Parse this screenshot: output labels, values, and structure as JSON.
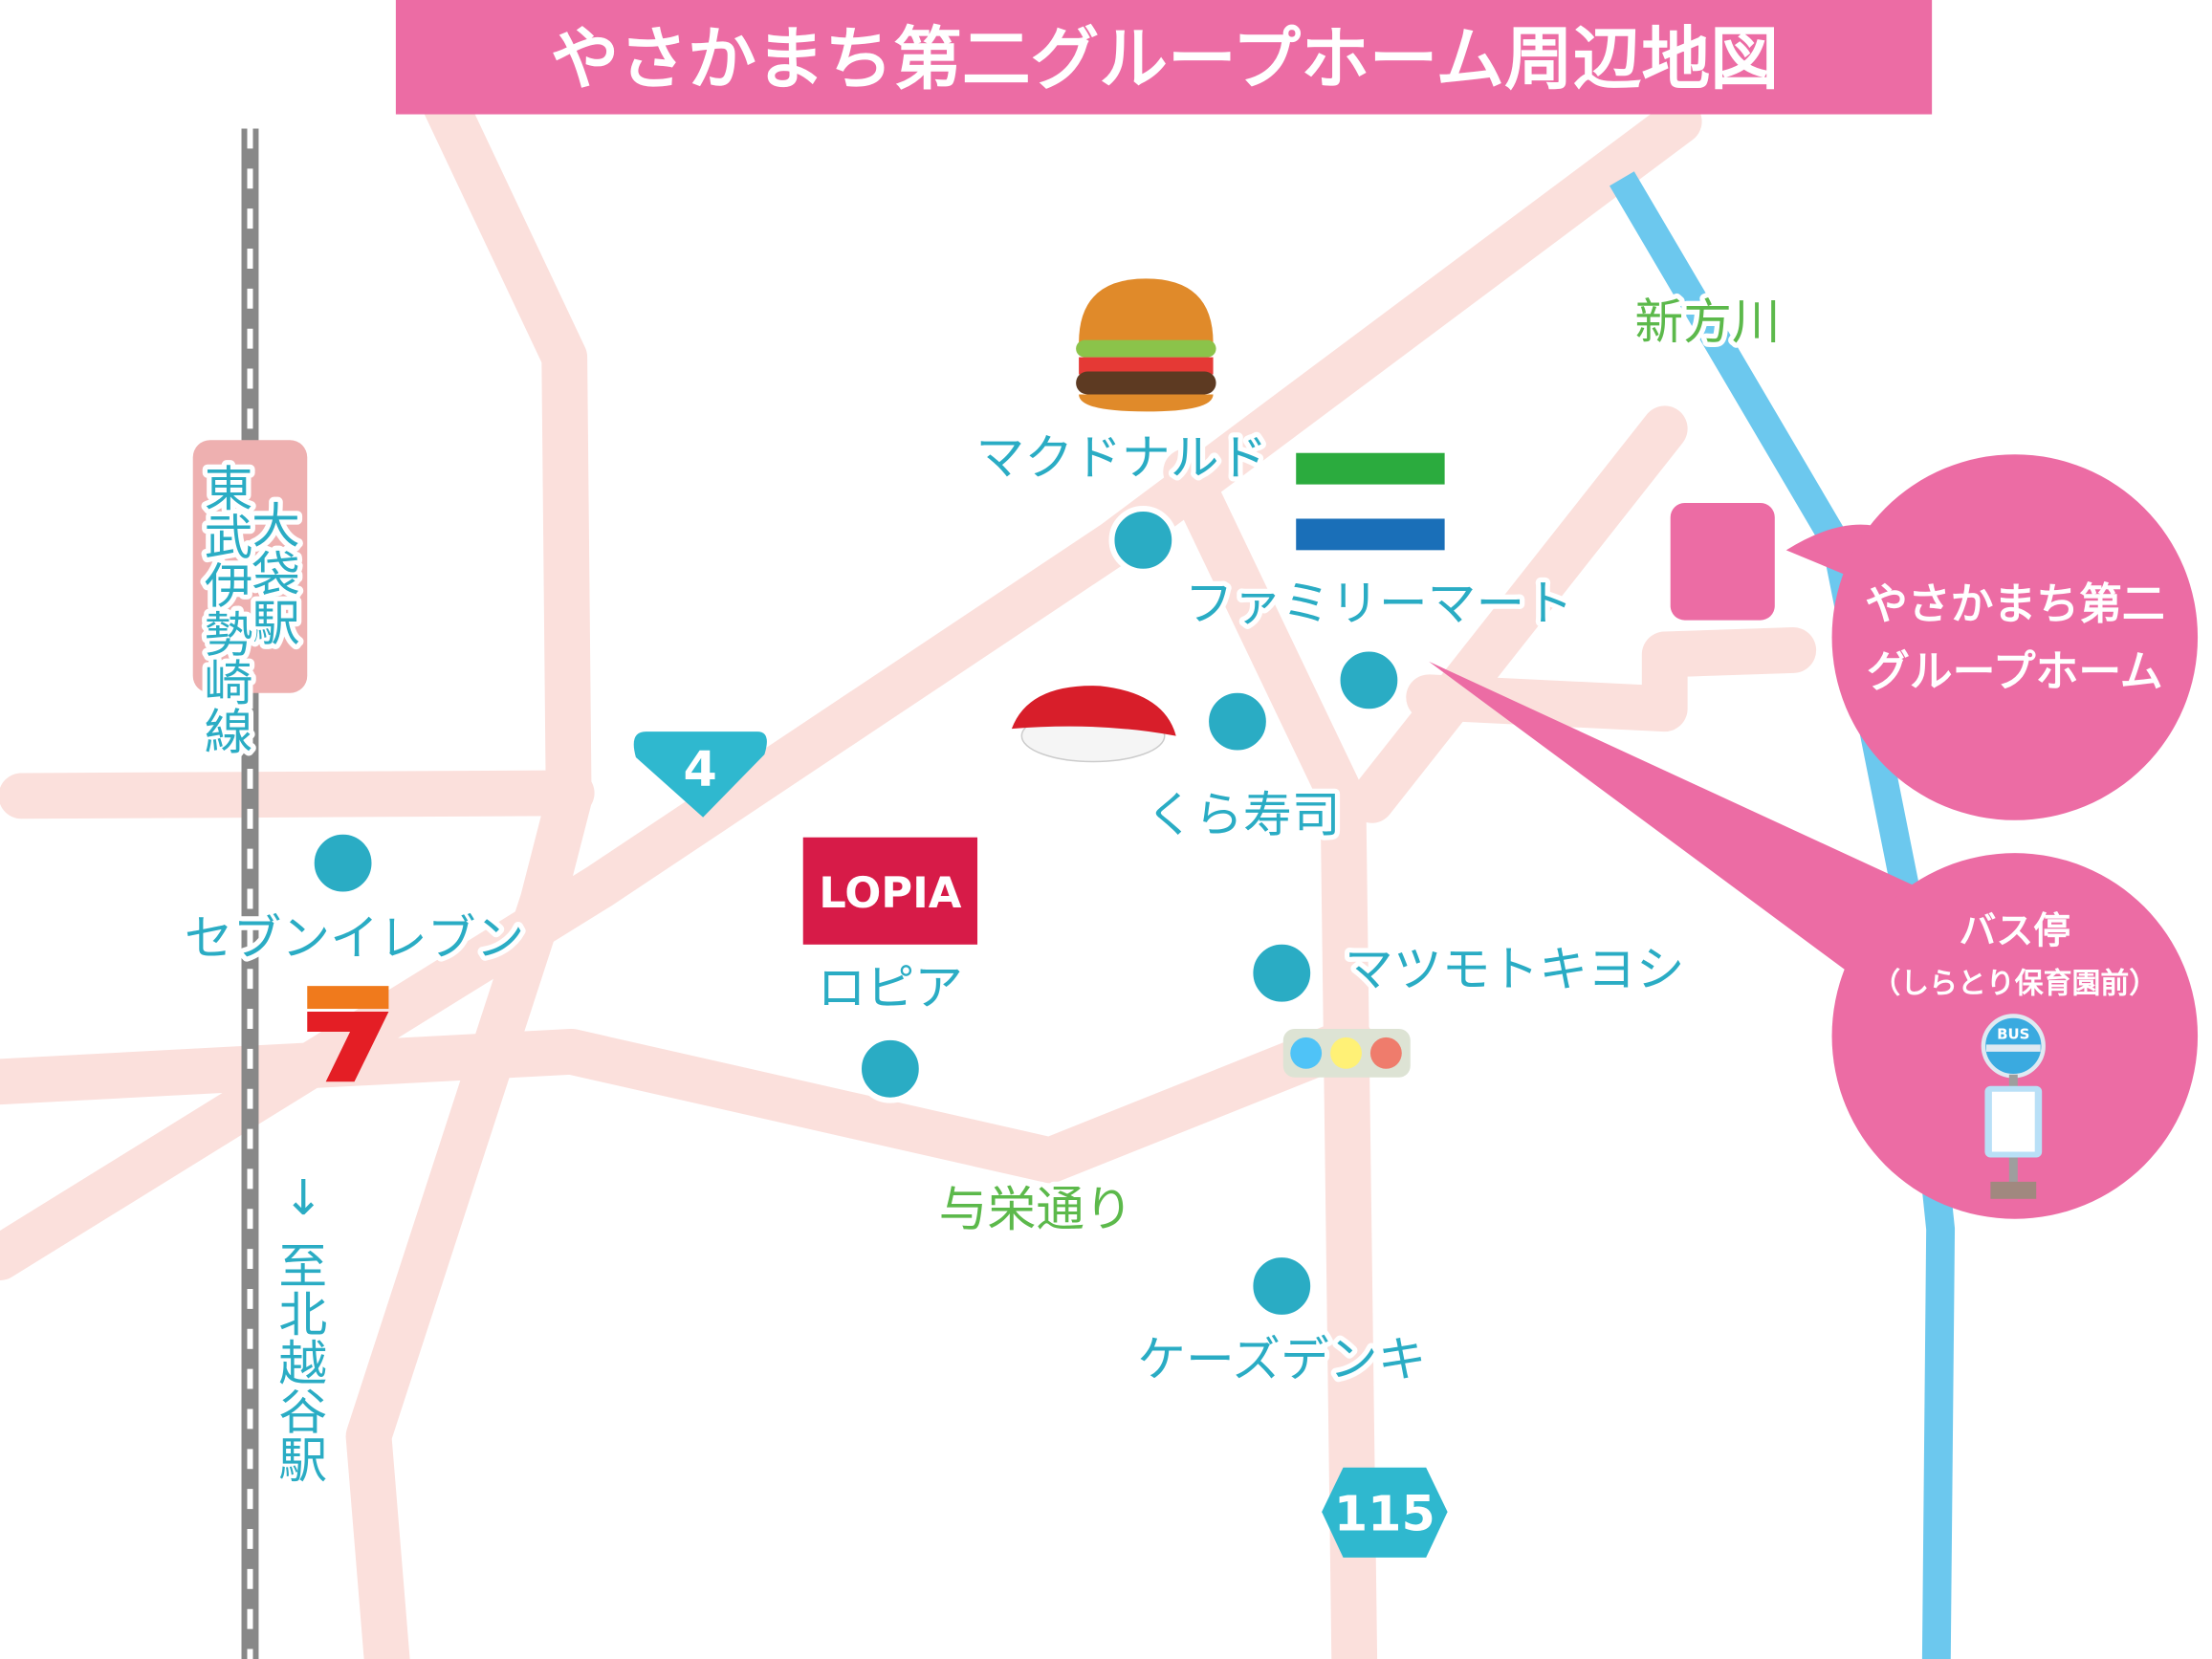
{
  "title": "やさかまち第二グループホーム周辺地図",
  "colors": {
    "title_bg": "#ec6ca4",
    "road": "#fbe0dc",
    "river": "#6cc8ee",
    "marker": "#2aacc4",
    "label": "#2aacc4",
    "street_label": "#5cb94b",
    "station_sign": "#eeb0b0",
    "rail": "#888888"
  },
  "station": {
    "name": "大袋駅",
    "line": "東武伊勢崎線"
  },
  "direction": {
    "arrow": "↓",
    "text": "至北越谷駅"
  },
  "river": "新方川",
  "street": "与栄通り",
  "routes": [
    "4",
    "115"
  ],
  "places": [
    {
      "name": "マクドナルド",
      "icon": "hamburger-icon"
    },
    {
      "name": "ファミリーマート",
      "icon": "familymart-stripes-icon"
    },
    {
      "name": "くら寿司",
      "icon": "sushi-icon"
    },
    {
      "name": "セブンイレブン",
      "icon": "seven-eleven-logo"
    },
    {
      "name": "ロピア",
      "icon": "lopia-logo",
      "logo_text": "LOPIA"
    },
    {
      "name": "マツモトキヨシ",
      "icon": "traffic-light-icon"
    },
    {
      "name": "ケーズデンキ"
    }
  ],
  "home": {
    "line1": "やさかまち第二",
    "line2": "グループホーム"
  },
  "bus_stop": {
    "line1": "バス停",
    "line2": "（しらとり保育園前）",
    "sign_text": "BUS"
  }
}
